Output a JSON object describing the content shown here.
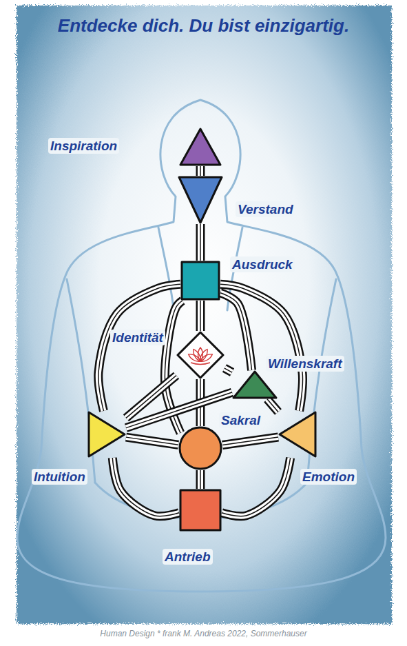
{
  "diagram": {
    "title": "Entdecke dich. Du bist einzigartig.",
    "caption": "Human Design * frank M. Andreas 2022, Sommerhauser",
    "nodes": [
      {
        "text": [
          "Inspiration"
        ]
      },
      {
        "text": [
          "Verstand"
        ]
      },
      {
        "text": [
          "Ausdruck"
        ]
      },
      {
        "text": [
          "Identität"
        ]
      },
      {
        "text": [
          "Willenskraft"
        ]
      },
      {
        "text": [
          "Sakral"
        ]
      },
      {
        "text": [
          "Intuition"
        ]
      },
      {
        "text": [
          "Emotion"
        ]
      },
      {
        "text": [
          "Antrieb"
        ]
      }
    ],
    "edges": [
      {
        "from": 0,
        "to": 1,
        "arrow": "none"
      },
      {
        "from": 1,
        "to": 2,
        "arrow": "none"
      },
      {
        "from": 2,
        "to": 3,
        "arrow": "none"
      },
      {
        "from": 2,
        "to": 4,
        "arrow": "none"
      },
      {
        "from": 2,
        "to": 6,
        "arrow": "none"
      },
      {
        "from": 2,
        "to": 7,
        "arrow": "none"
      },
      {
        "from": 2,
        "to": 5,
        "arrow": "none"
      },
      {
        "from": 3,
        "to": 5,
        "arrow": "none"
      },
      {
        "from": 3,
        "to": 4,
        "arrow": "none"
      },
      {
        "from": 3,
        "to": 6,
        "arrow": "none"
      },
      {
        "from": 4,
        "to": 6,
        "arrow": "none"
      },
      {
        "from": 4,
        "to": 7,
        "arrow": "none"
      },
      {
        "from": 5,
        "to": 6,
        "arrow": "none"
      },
      {
        "from": 5,
        "to": 7,
        "arrow": "none"
      },
      {
        "from": 5,
        "to": 8,
        "arrow": "none"
      },
      {
        "from": 6,
        "to": 8,
        "arrow": "none"
      },
      {
        "from": 7,
        "to": 8,
        "arrow": "none"
      }
    ]
  }
}
